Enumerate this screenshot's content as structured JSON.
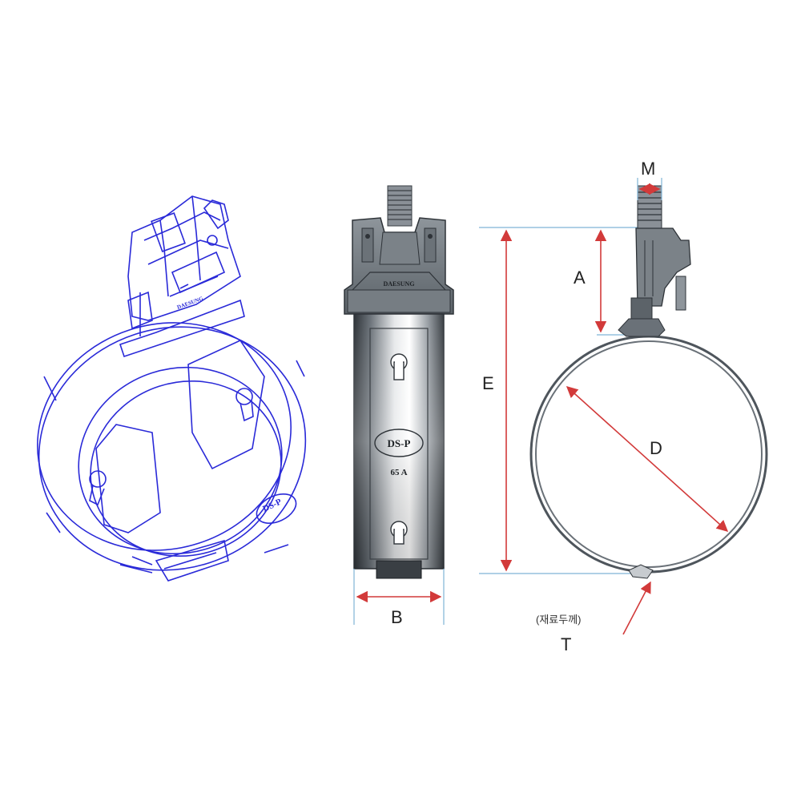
{
  "product": {
    "brand_mark": "DAESUNG",
    "model_mark": "DS-P",
    "size_mark": "65 A"
  },
  "dimensions": {
    "M": "M",
    "A": "A",
    "E": "E",
    "D": "D",
    "B": "B",
    "T": "T",
    "T_note": "(재료두께)"
  },
  "colors": {
    "iso_line": "#2a2ad8",
    "dim_arrow": "#d23a3a",
    "ext_line": "#7fb3d6",
    "steel_dark": "#4e555c",
    "steel_light": "#e4e6e8"
  }
}
